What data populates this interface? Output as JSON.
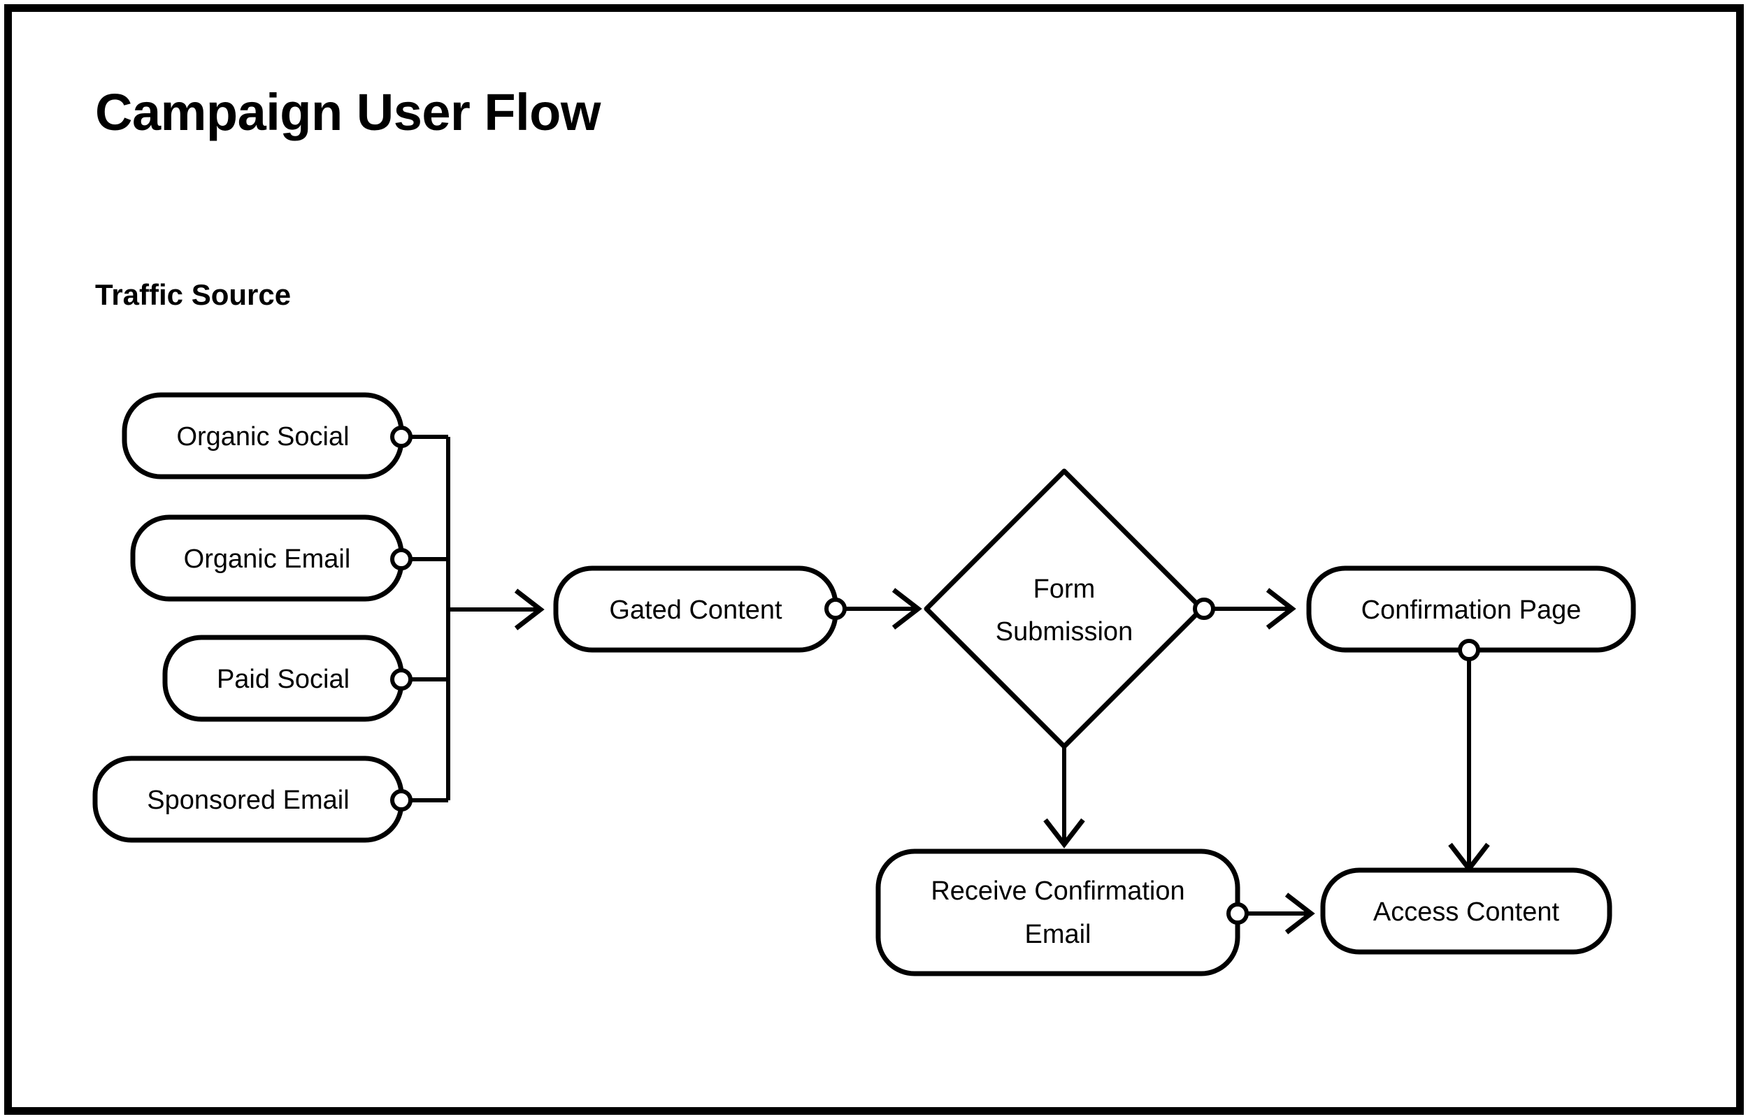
{
  "page": {
    "title": "Campaign User Flow",
    "section_heading": "Traffic Source",
    "background_color": "#ffffff",
    "line_color": "#000000",
    "frame_color": "#000000"
  },
  "diagram": {
    "type": "flowchart",
    "orientation": "left-to-right",
    "nodes": [
      {
        "id": "organic-social",
        "label": "Organic Social",
        "shape": "rounded-rect",
        "group": "traffic-source"
      },
      {
        "id": "organic-email",
        "label": "Organic Email",
        "shape": "rounded-rect",
        "group": "traffic-source"
      },
      {
        "id": "paid-social",
        "label": "Paid Social",
        "shape": "rounded-rect",
        "group": "traffic-source"
      },
      {
        "id": "sponsored-email",
        "label": "Sponsored Email",
        "shape": "rounded-rect",
        "group": "traffic-source"
      },
      {
        "id": "gated-content",
        "label": "Gated Content",
        "shape": "rounded-rect",
        "group": "flow"
      },
      {
        "id": "form-submission",
        "label_line1": "Form",
        "label_line2": "Submission",
        "label": "Form Submission",
        "shape": "diamond",
        "group": "flow"
      },
      {
        "id": "confirmation-page",
        "label": "Confirmation Page",
        "shape": "rounded-rect",
        "group": "flow"
      },
      {
        "id": "receive-confirmation",
        "label_line1": "Receive Confirmation",
        "label_line2": "Email",
        "label": "Receive Confirmation Email",
        "shape": "rounded-rect",
        "group": "flow"
      },
      {
        "id": "access-content",
        "label": "Access Content",
        "shape": "rounded-rect",
        "group": "flow"
      }
    ],
    "edges": [
      {
        "from": "organic-social",
        "to": "gated-content",
        "style": "orthogonal-merge"
      },
      {
        "from": "organic-email",
        "to": "gated-content",
        "style": "orthogonal-merge"
      },
      {
        "from": "paid-social",
        "to": "gated-content",
        "style": "orthogonal-merge"
      },
      {
        "from": "sponsored-email",
        "to": "gated-content",
        "style": "orthogonal-merge"
      },
      {
        "from": "gated-content",
        "to": "form-submission",
        "style": "straight-arrow"
      },
      {
        "from": "form-submission",
        "to": "confirmation-page",
        "style": "straight-arrow"
      },
      {
        "from": "form-submission",
        "to": "receive-confirmation",
        "style": "down-arrow"
      },
      {
        "from": "confirmation-page",
        "to": "access-content",
        "style": "down-arrow"
      },
      {
        "from": "receive-confirmation",
        "to": "access-content",
        "style": "straight-arrow"
      }
    ]
  }
}
